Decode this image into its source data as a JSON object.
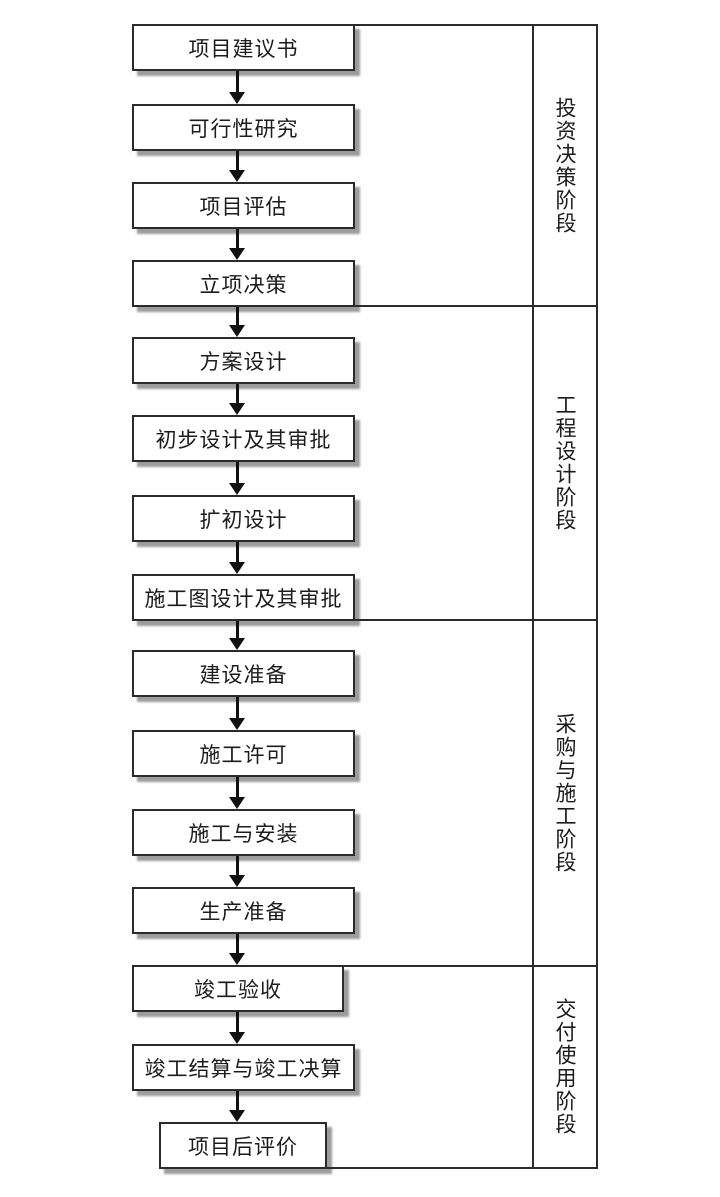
{
  "flowchart": {
    "steps": [
      "项目建议书",
      "可行性研究",
      "项目评估",
      "立项决策",
      "方案设计",
      "初步设计及其审批",
      "扩初设计",
      "施工图设计及其审批",
      "建设准备",
      "施工许可",
      "施工与安装",
      "生产准备",
      "竣工验收",
      "竣工结算与竣工决算",
      "项目后评价"
    ],
    "stages": [
      "投资决策阶段",
      "工程设计阶段",
      "采购与施工阶段",
      "交付使用阶段"
    ],
    "icons": {
      "connector": "arrow-down"
    },
    "colors": {
      "line": "#2b2b2b",
      "box_shadow": "#9c9c9c",
      "background": "#fefefe",
      "text": "#1c1c1c"
    }
  }
}
